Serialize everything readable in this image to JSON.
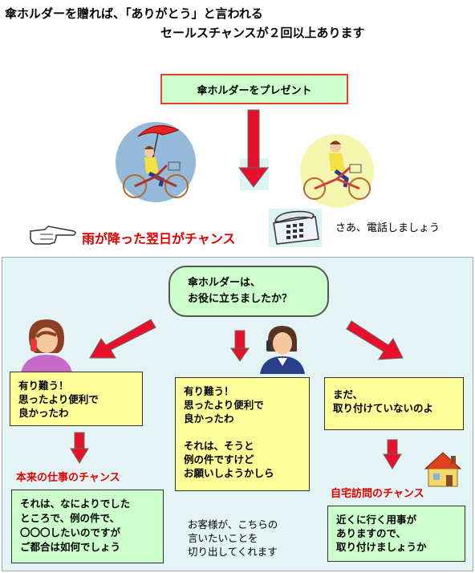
{
  "header": {
    "line1": "傘ホルダーを贈れば、「ありがとう」と言われる",
    "line2": "セールスチャンスが２回以上あります"
  },
  "present_box": "傘ホルダーをプレゼント",
  "chance_label": "雨が降った翌日がチャンス",
  "call_label": "さあ、電話しましょう",
  "question_bubble": [
    "傘ホルダーは、",
    "お役に立ちましたか？"
  ],
  "left_reply": [
    "有り難う！",
    "思ったより便利で",
    "良かったわ"
  ],
  "center_reply": [
    "有り難う！",
    "思ったより便利で",
    "良かったわ",
    "",
    "それは、そうと",
    "例の件ですけど",
    "お願いしようかしら"
  ],
  "right_reply": [
    "まだ、",
    "取り付けていないのよ"
  ],
  "left_chance": "本来の仕事のチャンス",
  "right_chance": "自宅訪問のチャンス",
  "left_followup": [
    "それは、なによりでした",
    "ところで、例の件で、",
    "〇〇〇したいのですが",
    "ご都合は如何でしょう"
  ],
  "center_note": [
    "お客様が、こちらの",
    "言いたいことを",
    "切り出してくれます"
  ],
  "right_followup": [
    "近くに行く用事が",
    "ありますので、",
    "取り付けましょうか"
  ],
  "colors": {
    "arrow": "#e8102a",
    "green_box": "#ccffcc",
    "yellow_box": "#ffff99",
    "panel": "#e4f4f4",
    "accent_red": "#e00000"
  }
}
